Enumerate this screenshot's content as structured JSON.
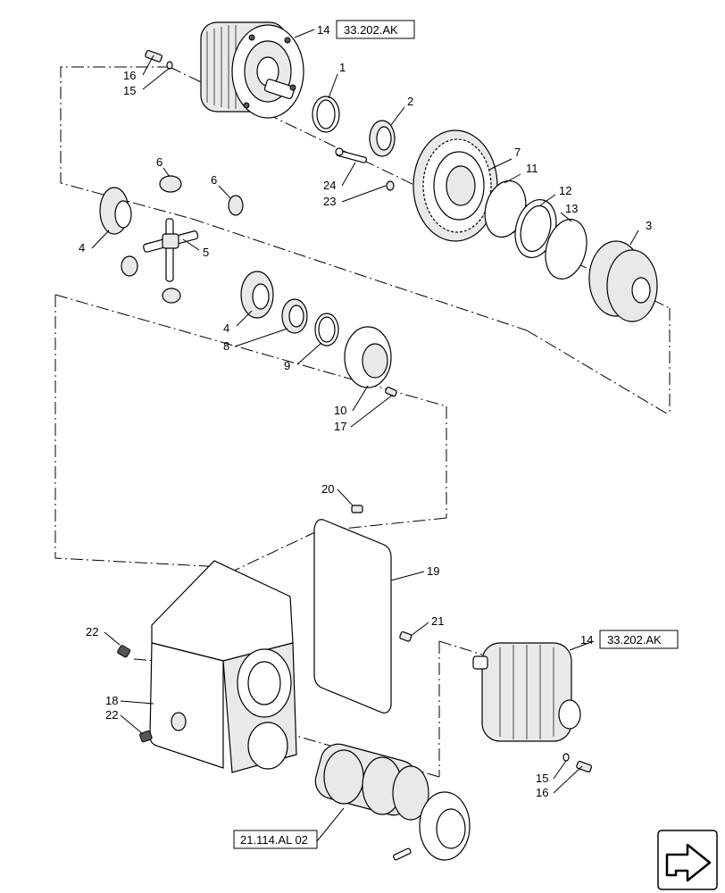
{
  "callouts": {
    "c1": "1",
    "c2": "2",
    "c3": "3",
    "c4a": "4",
    "c4b": "4",
    "c5": "5",
    "c6a": "6",
    "c6b": "6",
    "c7": "7",
    "c8": "8",
    "c9": "9",
    "c10": "10",
    "c11": "11",
    "c12": "12",
    "c13": "13",
    "c14a": "14",
    "c14b": "14",
    "c15a": "15",
    "c15b": "15",
    "c16a": "16",
    "c16b": "16",
    "c17": "17",
    "c18": "18",
    "c19": "19",
    "c20": "20",
    "c21": "21",
    "c22a": "22",
    "c22b": "22",
    "c23": "23",
    "c24": "24"
  },
  "references": {
    "ref_top": "33.202.AK",
    "ref_right": "33.202.AK",
    "ref_bottom": "21.114.AL 02"
  },
  "icons": {
    "nav": "next-page-arrow-icon"
  }
}
